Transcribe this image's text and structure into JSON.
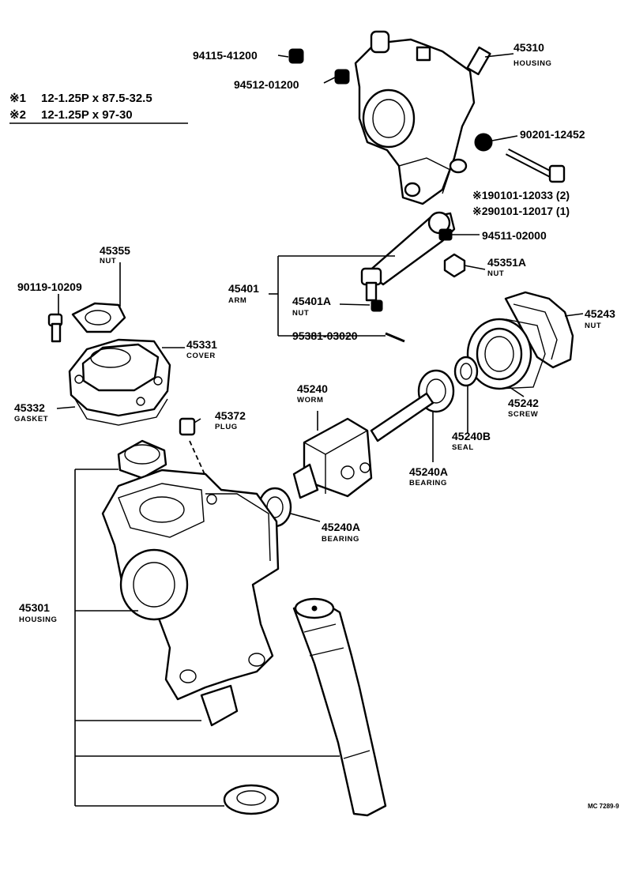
{
  "notes": {
    "note1_mark": "※1",
    "note1_text": "12-1.25P x 87.5-32.5",
    "note2_mark": "※2",
    "note2_text": "12-1.25P x 97-30"
  },
  "labels": {
    "p94115": "94115-41200",
    "p94512": "94512-01200",
    "p45310": "45310",
    "p45310_name": "HOUSING",
    "p90201": "90201-12452",
    "p90101a": "※190101-12033 (2)",
    "p90101b": "※290101-12017 (1)",
    "p94511": "94511-02000",
    "p45351A": "45351A",
    "p45351A_name": "NUT",
    "p45355": "45355",
    "p45355_name": "NUT",
    "p90119": "90119-10209",
    "p45401": "45401",
    "p45401_name": "ARM",
    "p45401A": "45401A",
    "p45401A_name": "NUT",
    "p95381": "95381-03020",
    "p45243": "45243",
    "p45243_name": "NUT",
    "p45331": "45331",
    "p45331_name": "COVER",
    "p45332": "45332",
    "p45332_name": "GASKET",
    "p45240": "45240",
    "p45240_name": "WORM",
    "p45372": "45372",
    "p45372_name": "PLUG",
    "p45242": "45242",
    "p45242_name": "SCREW",
    "p45240B": "45240B",
    "p45240B_name": "SEAL",
    "p45240A_1": "45240A",
    "p45240A_1_name": "BEARING",
    "p45240A_2": "45240A",
    "p45240A_2_name": "BEARING",
    "p45301": "45301",
    "p45301_name": "HOUSING",
    "drawing_code": "MC 7289-9"
  }
}
